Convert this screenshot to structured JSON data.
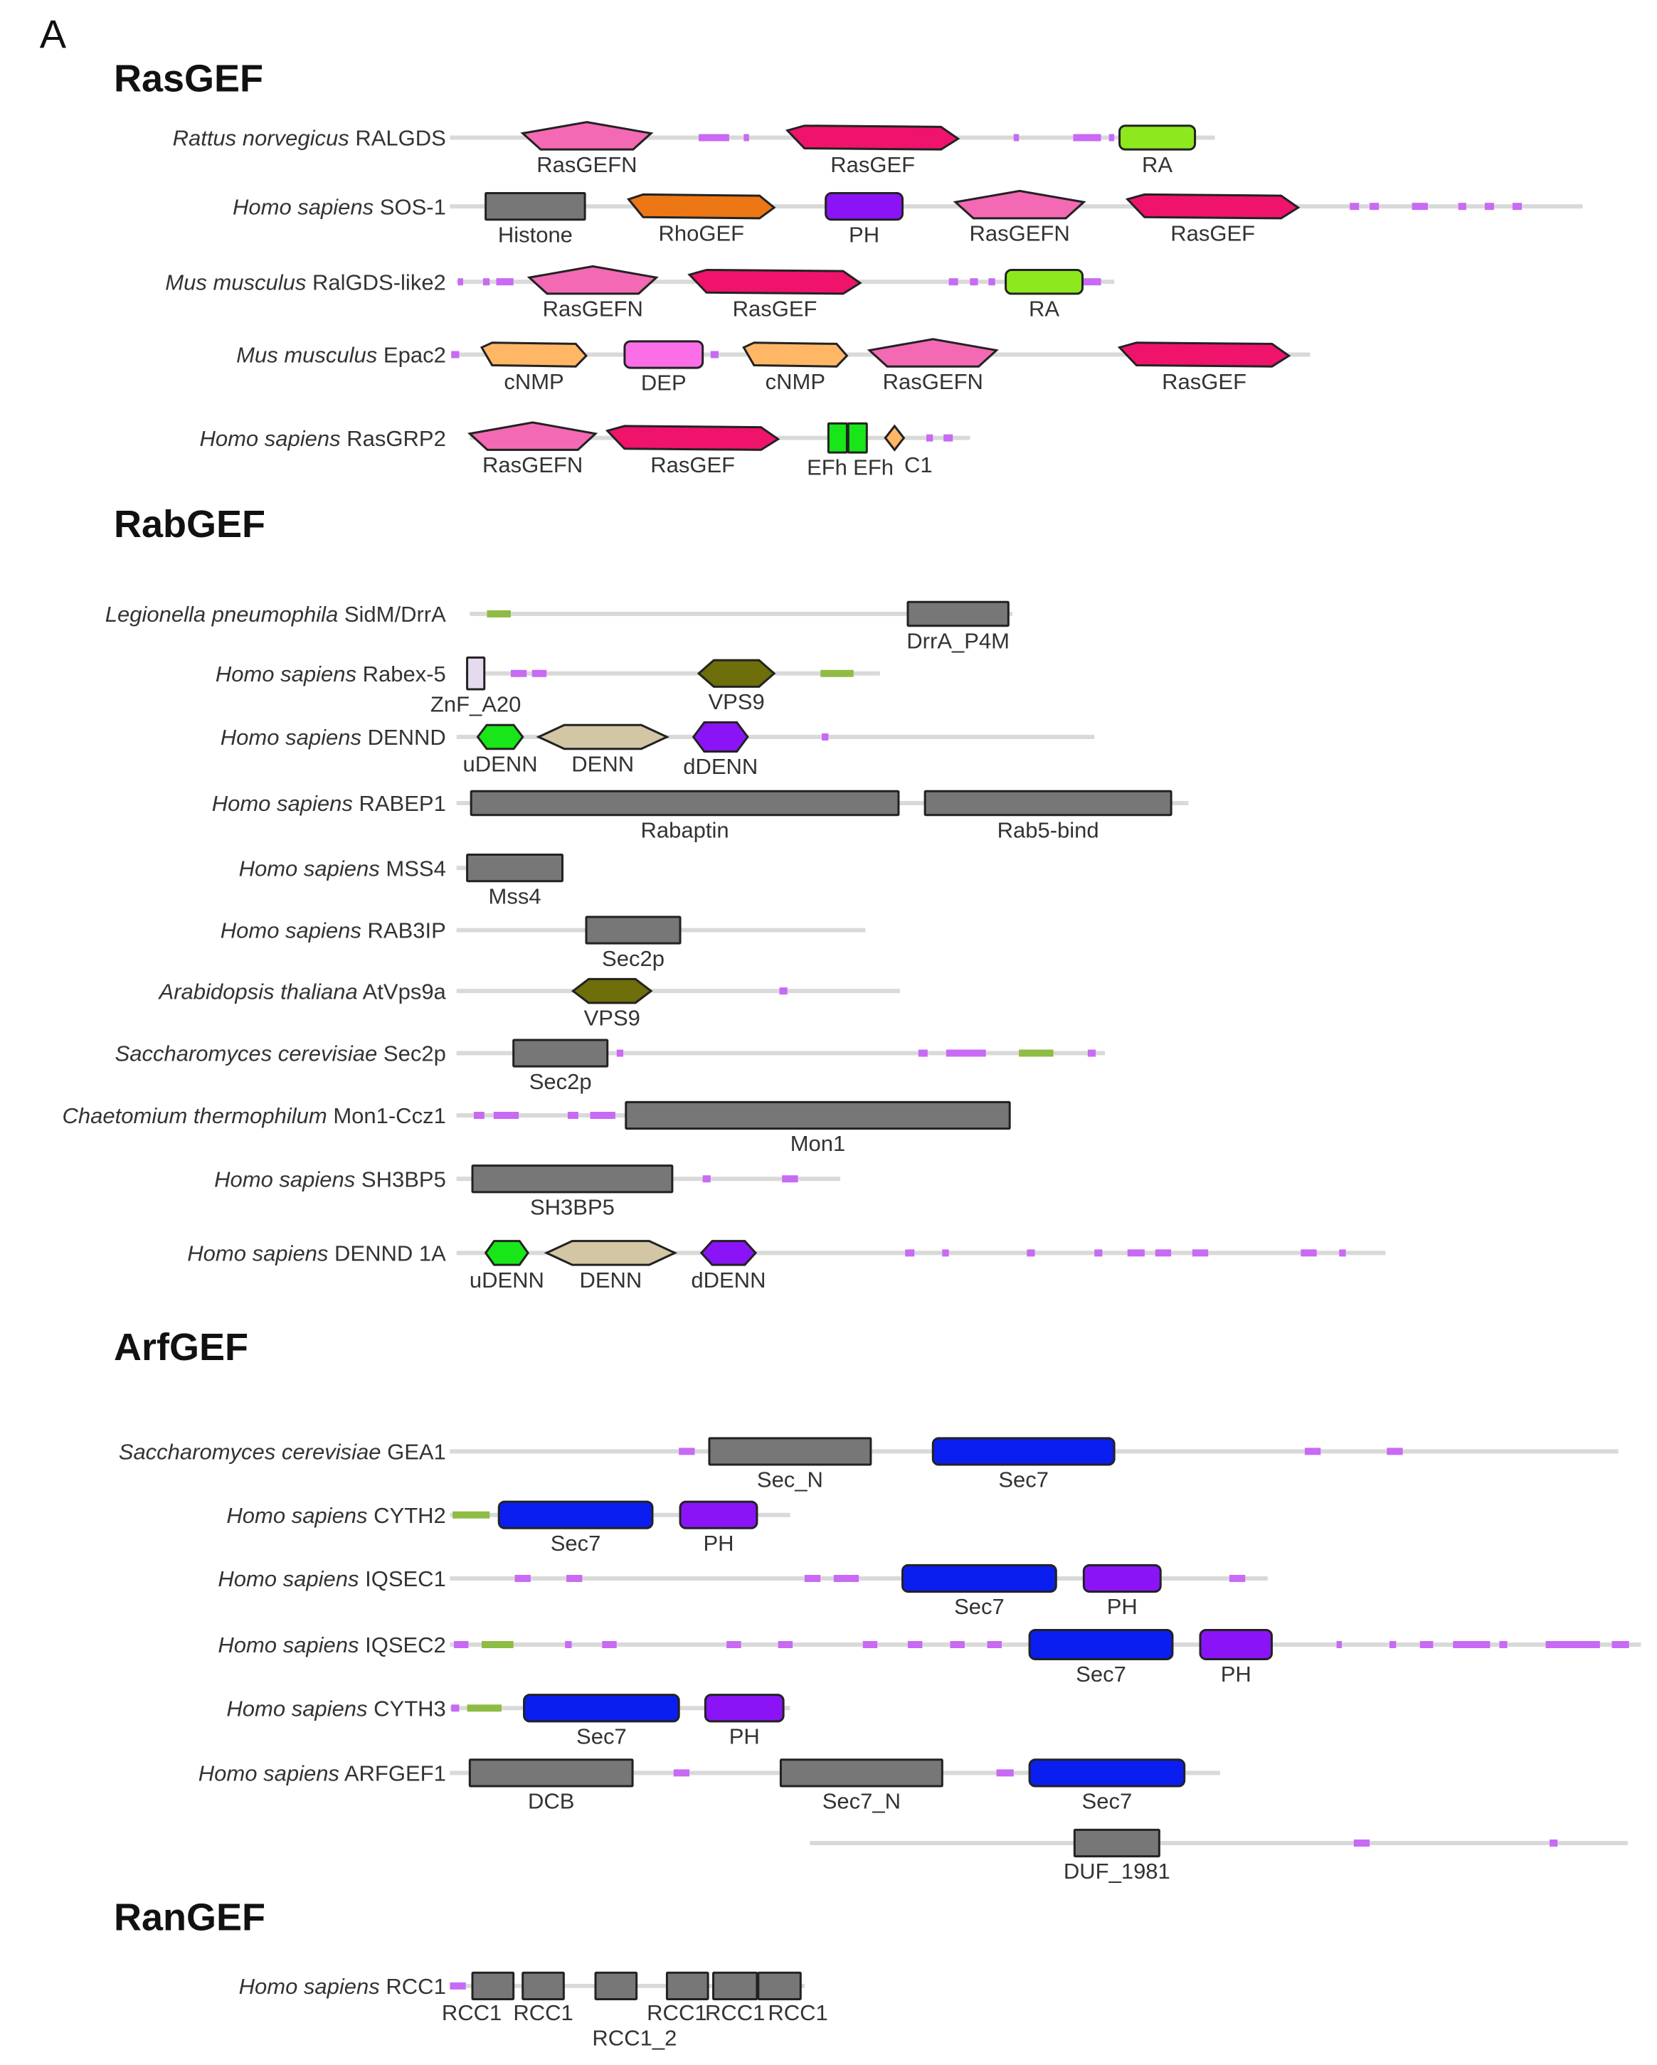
{
  "panel_label": "A",
  "groups": [
    {
      "title": "RasGEF",
      "proteins": [
        {
          "organism": "Rattus norvegicus",
          "gene": "RALGDS",
          "domains": [
            {
              "label": "RasGEFN",
              "shape": "pentagon",
              "color": "#f469b3"
            },
            {
              "label": "RasGEF",
              "shape": "flat-hexagon",
              "color": "#f0136b"
            },
            {
              "label": "RA",
              "shape": "rounded-rect",
              "color": "#8de91e"
            }
          ]
        },
        {
          "organism": "Homo sapiens",
          "gene": "SOS-1",
          "domains": [
            {
              "label": "Histone",
              "shape": "rect",
              "color": "#777777"
            },
            {
              "label": "RhoGEF",
              "shape": "flat-hexagon",
              "color": "#ec7714"
            },
            {
              "label": "PH",
              "shape": "rounded-rect",
              "color": "#8a14f5"
            },
            {
              "label": "RasGEFN",
              "shape": "pentagon",
              "color": "#f469b3"
            },
            {
              "label": "RasGEF",
              "shape": "flat-hexagon",
              "color": "#f0136b"
            }
          ]
        },
        {
          "organism": "Mus musculus",
          "gene": "RalGDS-like2",
          "domains": [
            {
              "label": "RasGEFN",
              "shape": "pentagon",
              "color": "#f469b3"
            },
            {
              "label": "RasGEF",
              "shape": "flat-hexagon",
              "color": "#f0136b"
            },
            {
              "label": "RA",
              "shape": "rounded-rect",
              "color": "#8de91e"
            }
          ]
        },
        {
          "organism": "Mus musculus",
          "gene": "Epac2",
          "domains": [
            {
              "label": "cNMP",
              "shape": "flat-hexagon",
              "color": "#ffb766"
            },
            {
              "label": "DEP",
              "shape": "rounded-rect",
              "color": "#fb6ee8"
            },
            {
              "label": "cNMP",
              "shape": "flat-hexagon",
              "color": "#ffb766"
            },
            {
              "label": "RasGEFN",
              "shape": "pentagon",
              "color": "#f469b3"
            },
            {
              "label": "RasGEF",
              "shape": "flat-hexagon",
              "color": "#f0136b"
            }
          ]
        },
        {
          "organism": "Homo sapiens",
          "gene": "RasGRP2",
          "domains": [
            {
              "label": "RasGEFN",
              "shape": "pentagon",
              "color": "#f469b3"
            },
            {
              "label": "RasGEF",
              "shape": "flat-hexagon",
              "color": "#f0136b"
            },
            {
              "label": "EFh",
              "shape": "rect",
              "color": "#19e619"
            },
            {
              "label": "EFh",
              "shape": "rect",
              "color": "#19e619"
            },
            {
              "label": "C1",
              "shape": "diamond",
              "color": "#ffb766"
            }
          ]
        }
      ]
    },
    {
      "title": "RabGEF",
      "proteins": [
        {
          "organism": "Legionella  pneumophila",
          "gene": "SidM/DrrA",
          "domains": [
            {
              "label": "DrrA_P4M",
              "shape": "rect",
              "color": "#777777"
            }
          ]
        },
        {
          "organism": "Homo sapiens",
          "gene": "Rabex-5",
          "domains": [
            {
              "label": "ZnF_A20",
              "shape": "rect",
              "color": "#e6daf0"
            },
            {
              "label": "VPS9",
              "shape": "hexagon",
              "color": "#6e6e0a"
            }
          ]
        },
        {
          "organism": "Homo sapiens",
          "gene": "DENND",
          "domains": [
            {
              "label": "uDENN",
              "shape": "hexagon",
              "color": "#19e619"
            },
            {
              "label": "DENN",
              "shape": "hexagon",
              "color": "#d2c6a4"
            },
            {
              "label": "dDENN",
              "shape": "hexagon",
              "color": "#8a14f5"
            }
          ]
        },
        {
          "organism": "Homo sapiens",
          "gene": "RABEP1",
          "domains": [
            {
              "label": "Rabaptin",
              "shape": "rect",
              "color": "#777777"
            },
            {
              "label": "Rab5-bind",
              "shape": "rect",
              "color": "#777777"
            }
          ]
        },
        {
          "organism": "Homo sapiens",
          "gene": "MSS4",
          "domains": [
            {
              "label": "Mss4",
              "shape": "rect",
              "color": "#777777"
            }
          ]
        },
        {
          "organism": "Homo sapiens",
          "gene": "RAB3IP",
          "domains": [
            {
              "label": "Sec2p",
              "shape": "rect",
              "color": "#777777"
            }
          ]
        },
        {
          "organism": "Arabidopsis  thaliana",
          "gene": "AtVps9a",
          "domains": [
            {
              "label": "VPS9",
              "shape": "hexagon",
              "color": "#6e6e0a"
            }
          ]
        },
        {
          "organism": "Saccharomyces cerevisiae",
          "gene": "Sec2p",
          "domains": [
            {
              "label": "Sec2p",
              "shape": "rect",
              "color": "#777777"
            }
          ]
        },
        {
          "organism": "Chaetomium  thermophilum",
          "gene": "Mon1-Ccz1",
          "domains": [
            {
              "label": "Mon1",
              "shape": "rect",
              "color": "#777777"
            }
          ]
        },
        {
          "organism": "Homo sapiens",
          "gene": "SH3BP5",
          "domains": [
            {
              "label": "SH3BP5",
              "shape": "rect",
              "color": "#777777"
            }
          ]
        },
        {
          "organism": "Homo sapiens",
          "gene": "DENND 1A",
          "domains": [
            {
              "label": "uDENN",
              "shape": "hexagon",
              "color": "#19e619"
            },
            {
              "label": "DENN",
              "shape": "hexagon",
              "color": "#d2c6a4"
            },
            {
              "label": "dDENN",
              "shape": "hexagon",
              "color": "#8a14f5"
            }
          ]
        }
      ]
    },
    {
      "title": "ArfGEF",
      "proteins": [
        {
          "organism": "Saccharomyces cerevisiae",
          "gene": "GEA1",
          "domains": [
            {
              "label": "Sec_N",
              "shape": "rect",
              "color": "#777777"
            },
            {
              "label": "Sec7",
              "shape": "rounded-rect",
              "color": "#0a1ef0"
            }
          ]
        },
        {
          "organism": "Homo sapiens",
          "gene": "CYTH2",
          "domains": [
            {
              "label": "Sec7",
              "shape": "rounded-rect",
              "color": "#0a1ef0"
            },
            {
              "label": "PH",
              "shape": "rounded-rect",
              "color": "#8a14f5"
            }
          ]
        },
        {
          "organism": "Homo sapiens",
          "gene": "IQSEC1",
          "domains": [
            {
              "label": "Sec7",
              "shape": "rounded-rect",
              "color": "#0a1ef0"
            },
            {
              "label": "PH",
              "shape": "rounded-rect",
              "color": "#8a14f5"
            }
          ]
        },
        {
          "organism": "Homo sapiens",
          "gene": "IQSEC2",
          "domains": [
            {
              "label": "Sec7",
              "shape": "rounded-rect",
              "color": "#0a1ef0"
            },
            {
              "label": "PH",
              "shape": "rounded-rect",
              "color": "#8a14f5"
            }
          ]
        },
        {
          "organism": "Homo sapiens",
          "gene": "CYTH3",
          "domains": [
            {
              "label": "Sec7",
              "shape": "rounded-rect",
              "color": "#0a1ef0"
            },
            {
              "label": "PH",
              "shape": "rounded-rect",
              "color": "#8a14f5"
            }
          ]
        },
        {
          "organism": "Homo sapiens",
          "gene": "ARFGEF1",
          "domains": [
            {
              "label": "DCB",
              "shape": "rect",
              "color": "#777777"
            },
            {
              "label": "Sec7_N",
              "shape": "rect",
              "color": "#777777"
            },
            {
              "label": "Sec7",
              "shape": "rounded-rect",
              "color": "#0a1ef0"
            },
            {
              "label": "DUF_1981",
              "shape": "rect",
              "color": "#777777"
            }
          ]
        }
      ]
    },
    {
      "title": "RanGEF",
      "proteins": [
        {
          "organism": "Homo sapiens",
          "gene": "RCC1",
          "domains": [
            {
              "label": "RCC1",
              "shape": "rect",
              "color": "#777777"
            },
            {
              "label": "RCC1",
              "shape": "rect",
              "color": "#777777"
            },
            {
              "label": "RCC1_2",
              "shape": "rect",
              "color": "#777777"
            },
            {
              "label": "RCC1",
              "shape": "rect",
              "color": "#777777"
            },
            {
              "label": "RCC1",
              "shape": "rect",
              "color": "#777777"
            },
            {
              "label": "RCC1",
              "shape": "rect",
              "color": "#777777"
            }
          ]
        }
      ]
    }
  ],
  "colors": {
    "backbone": "#d9d9d9",
    "disorder": "#c86af4",
    "coiled_coil": "#8fbc44",
    "outline": "#222222"
  }
}
